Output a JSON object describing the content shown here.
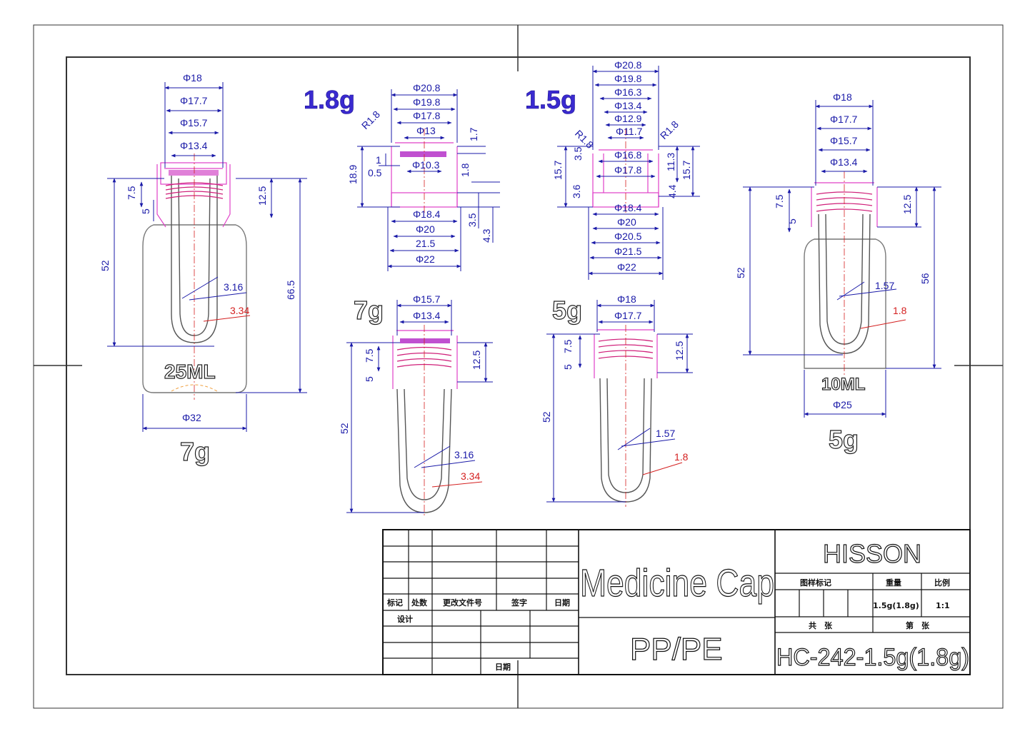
{
  "labels": {
    "weight_a": "1.8g",
    "weight_b": "1.5g",
    "bottle_25_cap": "25ML",
    "bottle_25_weight": "7g",
    "bottle_10_cap": "10ML",
    "bottle_10_weight": "5g",
    "preform_7g": "7g",
    "preform_5g": "5g"
  },
  "dims": {
    "b25": {
      "d1": "Φ18",
      "d2": "Φ17.7",
      "d3": "Φ15.7",
      "d4": "Φ13.4",
      "h75": "7.5",
      "h5": "5",
      "h125": "12.5",
      "h52": "52",
      "h665": "66.5",
      "t1": "3.16",
      "t2": "3.34",
      "base": "Φ32"
    },
    "cap18": {
      "d1": "Φ20.8",
      "d2": "Φ19.8",
      "d3": "Φ17.8",
      "d4": "Φ13",
      "r": "R1.8",
      "h17": "1.7",
      "h189": "18.9",
      "h1": "1",
      "h05": "0.5",
      "d5": "Φ10.3",
      "h18": "1.8",
      "d6": "Φ18.4",
      "d7": "Φ20",
      "h35": "3.5",
      "h43": "4.3",
      "d8": "21.5",
      "d9": "Φ22"
    },
    "cap15": {
      "d1": "Φ20.8",
      "d2": "Φ19.8",
      "d3": "Φ16.3",
      "d4": "Φ13.4",
      "d5": "Φ12.9",
      "d6": "Φ11.7",
      "rl": "R1.8",
      "rr": "R1.8",
      "h35": "3.5",
      "d7": "Φ16.8",
      "h113": "11.3",
      "h157l": "15.7",
      "h157r": "15.7",
      "d8": "Φ17.8",
      "h36": "3.6",
      "h44": "4.4",
      "d9": "Φ18.4",
      "d10": "Φ20",
      "d11": "Φ20.5",
      "d12": "Φ21.5",
      "d13": "Φ22"
    },
    "p7": {
      "d1": "Φ15.7",
      "d2": "Φ13.4",
      "h75": "7.5",
      "h5": "5",
      "h125": "12.5",
      "h52": "52",
      "t1": "3.16",
      "t2": "3.34"
    },
    "p5": {
      "d1": "Φ18",
      "d2": "Φ17.7",
      "h75": "7.5",
      "h5": "5",
      "h125": "12.5",
      "h52": "52",
      "t1": "1.57",
      "t2": "1.8"
    },
    "b10": {
      "d1": "Φ18",
      "d2": "Φ17.7",
      "d3": "Φ15.7",
      "d4": "Φ13.4",
      "h75": "7.5",
      "h5": "5",
      "h125": "12.5",
      "h52": "52",
      "h56": "56",
      "t1": "1.57",
      "t2": "1.8",
      "base": "Φ25"
    }
  },
  "title_block": {
    "rev_headers": [
      "标记",
      "处数",
      "更改文件号",
      "签字",
      "日期"
    ],
    "design": "设计",
    "date": "日期",
    "product_name": "Medicine Cap",
    "material": "PP/PE",
    "company": "HISSON",
    "h_mark": "图样标记",
    "h_weight": "重量",
    "h_scale": "比例",
    "weight_val": "1.5g(1.8g)",
    "scale_val": "1:1",
    "total": "共　张",
    "sheet": "第　张",
    "drawing_no": "HC-242-1.5g(1.8g)"
  }
}
